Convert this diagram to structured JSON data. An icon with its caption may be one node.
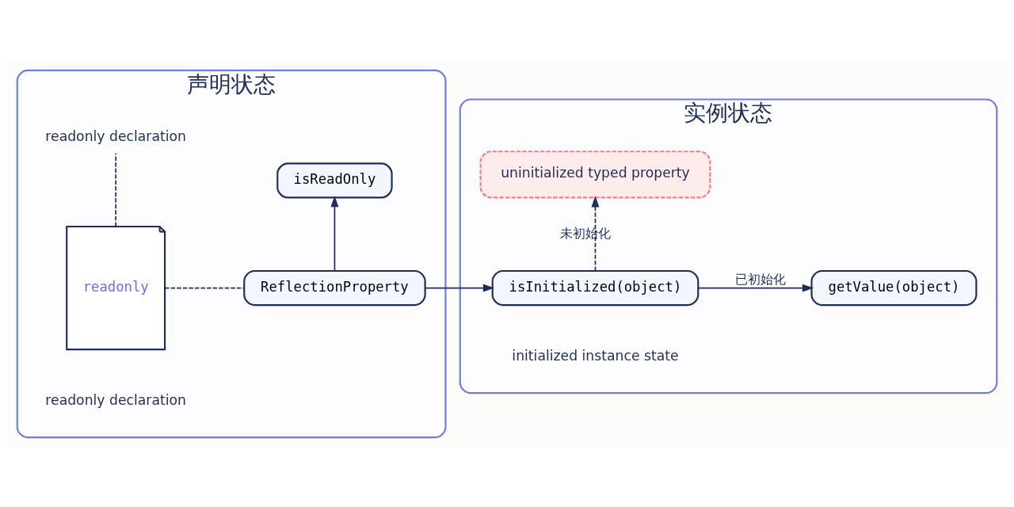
{
  "diagram": {
    "nodes": [
      {
        "text": [
          "声明状态"
        ]
      },
      {
        "text": [
          "实例状态"
        ]
      },
      {
        "text": [
          "readonly"
        ],
        "in": 0
      },
      {
        "text": [
          "readonly declaration"
        ],
        "in": 0
      },
      {
        "text": [
          "isReadOnly"
        ],
        "in": 0
      },
      {
        "text": [
          "ReflectionProperty"
        ],
        "in": 0
      },
      {
        "text": [
          "isInitialized(object)"
        ],
        "in": 1
      },
      {
        "text": [
          "getValue(object)"
        ],
        "in": 1
      },
      {
        "text": [
          "uninitialized typed property"
        ],
        "in": 1
      }
    ],
    "edges": [
      {
        "from": 2,
        "to": 3,
        "arrow": "none",
        "style": "dashed"
      },
      {
        "from": 2,
        "to": 5,
        "arrow": "none",
        "style": "dashed"
      },
      {
        "from": 5,
        "to": 4,
        "arrow": "to"
      },
      {
        "from": 5,
        "to": 6,
        "arrow": "to"
      },
      {
        "from": 6,
        "to": 7,
        "arrow": "to",
        "label": "已初始化"
      },
      {
        "from": 6,
        "to": 8,
        "arrow": "to",
        "label": "未初始化",
        "style": "dashed"
      }
    ],
    "labels": [
      "readonly declaration",
      "initialized instance state"
    ]
  }
}
